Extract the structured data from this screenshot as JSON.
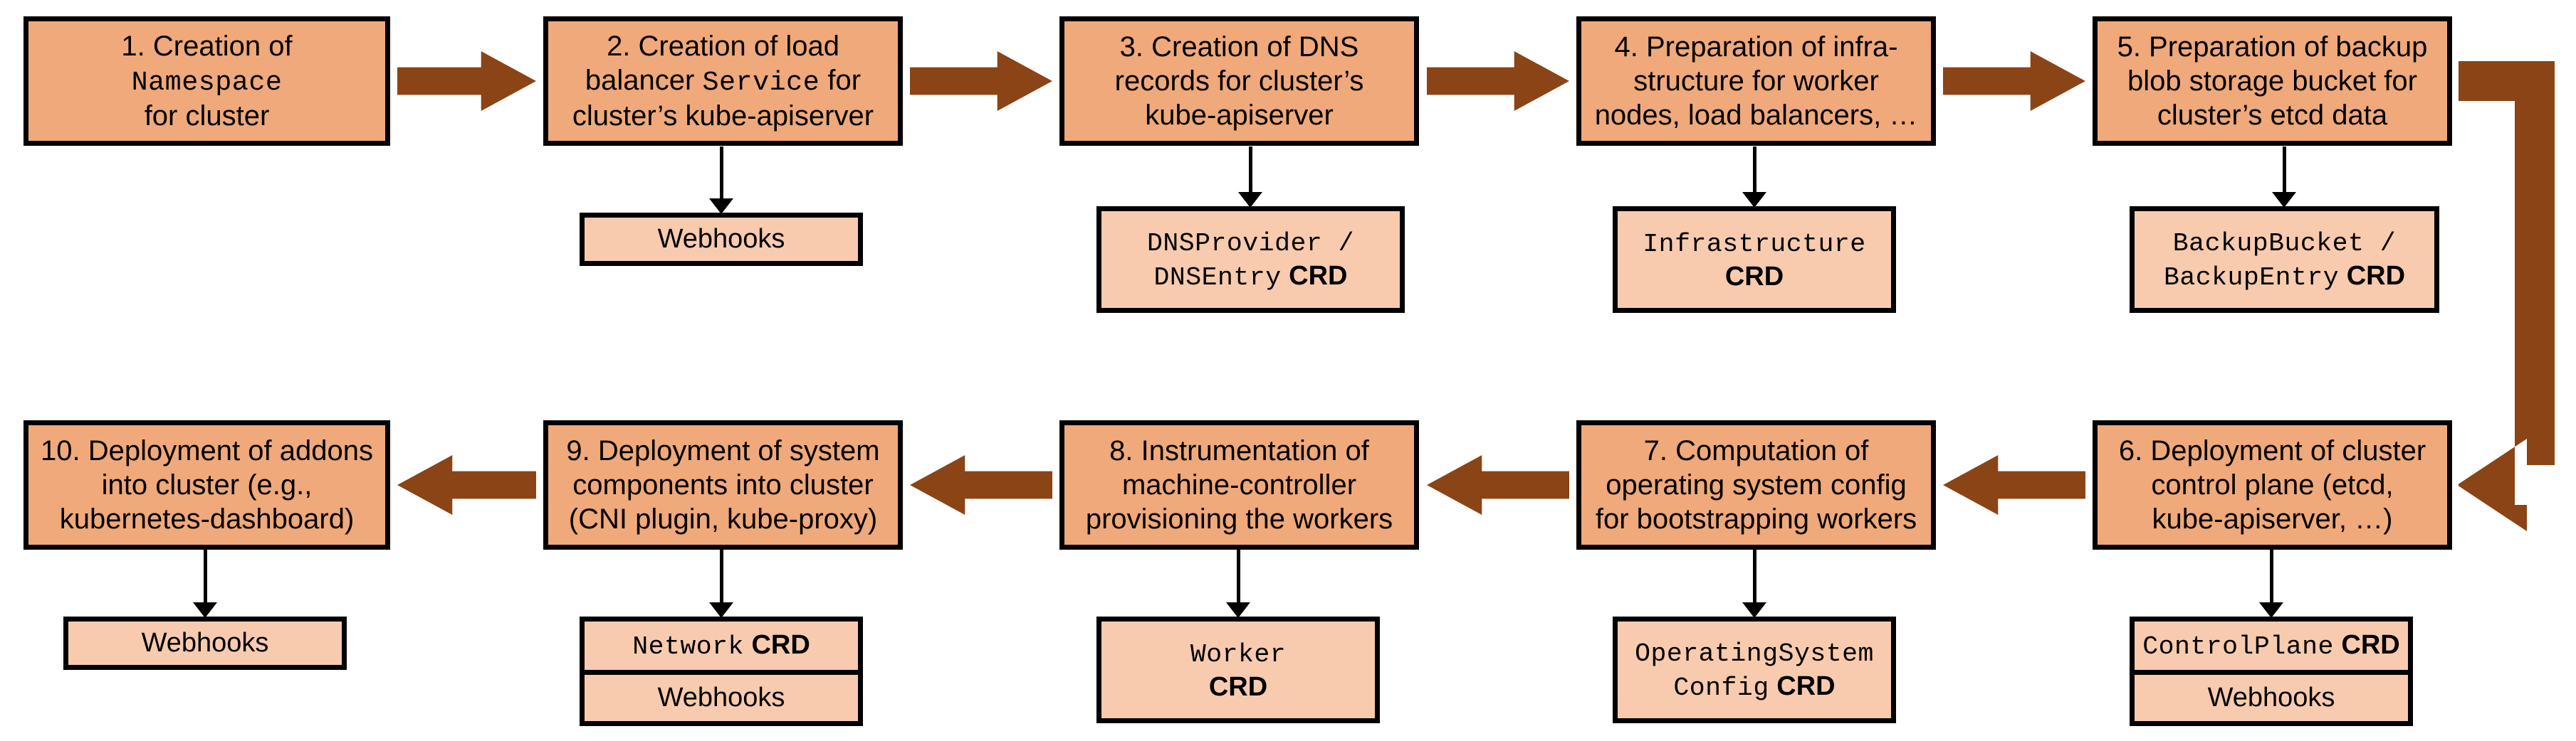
{
  "diagram": {
    "title": "Gardener cluster reconciliation flow",
    "colors": {
      "step_fill": "#F0A97A",
      "sub_fill": "#F8CBAE",
      "arrow": "#8A4415",
      "outline": "#000000",
      "background": "#FFFFFF"
    },
    "steps": [
      {
        "id": 1,
        "lines": [
          [
            {
              "t": "1. Creation of",
              "style": "sans"
            }
          ],
          [
            {
              "t": "Namespace",
              "style": "mono"
            }
          ],
          [
            {
              "t": "for cluster",
              "style": "sans"
            }
          ]
        ]
      },
      {
        "id": 2,
        "lines": [
          [
            {
              "t": "2. Creation of load",
              "style": "sans"
            }
          ],
          [
            {
              "t": "balancer ",
              "style": "sans"
            },
            {
              "t": "Service",
              "style": "mono"
            },
            {
              "t": " for",
              "style": "sans"
            }
          ],
          [
            {
              "t": "cluster’s kube-apiserver",
              "style": "sans"
            }
          ]
        ]
      },
      {
        "id": 3,
        "lines": [
          [
            {
              "t": "3. Creation of DNS",
              "style": "sans"
            }
          ],
          [
            {
              "t": "records for cluster’s",
              "style": "sans"
            }
          ],
          [
            {
              "t": "kube-apiserver",
              "style": "sans"
            }
          ]
        ]
      },
      {
        "id": 4,
        "lines": [
          [
            {
              "t": "4. Preparation of infra-",
              "style": "sans"
            }
          ],
          [
            {
              "t": "structure for worker",
              "style": "sans"
            }
          ],
          [
            {
              "t": "nodes, load balancers, …",
              "style": "sans"
            }
          ]
        ]
      },
      {
        "id": 5,
        "lines": [
          [
            {
              "t": "5. Preparation of backup",
              "style": "sans"
            }
          ],
          [
            {
              "t": "blob storage bucket for",
              "style": "sans"
            }
          ],
          [
            {
              "t": "cluster’s etcd data",
              "style": "sans"
            }
          ]
        ]
      },
      {
        "id": 6,
        "lines": [
          [
            {
              "t": "6. Deployment of cluster",
              "style": "sans"
            }
          ],
          [
            {
              "t": "control plane (etcd,",
              "style": "sans"
            }
          ],
          [
            {
              "t": "kube-apiserver, …)",
              "style": "sans"
            }
          ]
        ]
      },
      {
        "id": 7,
        "lines": [
          [
            {
              "t": "7. Computation of",
              "style": "sans"
            }
          ],
          [
            {
              "t": "operating system config",
              "style": "sans"
            }
          ],
          [
            {
              "t": "for bootstrapping workers",
              "style": "sans"
            }
          ]
        ]
      },
      {
        "id": 8,
        "lines": [
          [
            {
              "t": "8. Instrumentation of",
              "style": "sans"
            }
          ],
          [
            {
              "t": "machine-controller",
              "style": "sans"
            }
          ],
          [
            {
              "t": "provisioning the workers",
              "style": "sans"
            }
          ]
        ]
      },
      {
        "id": 9,
        "lines": [
          [
            {
              "t": "9. Deployment of system",
              "style": "sans"
            }
          ],
          [
            {
              "t": "components into cluster",
              "style": "sans"
            }
          ],
          [
            {
              "t": "(CNI plugin, kube-proxy)",
              "style": "sans"
            }
          ]
        ]
      },
      {
        "id": 10,
        "lines": [
          [
            {
              "t": "10. Deployment of addons",
              "style": "sans"
            }
          ],
          [
            {
              "t": "into cluster (e.g.,",
              "style": "sans"
            }
          ],
          [
            {
              "t": "kubernetes-dashboard)",
              "style": "sans"
            }
          ]
        ]
      }
    ],
    "artifacts": [
      {
        "for_step": 2,
        "cells": [
          {
            "lines": [
              [
                {
                  "t": "Webhooks",
                  "style": "sans"
                }
              ]
            ]
          }
        ]
      },
      {
        "for_step": 3,
        "cells": [
          {
            "lines": [
              [
                {
                  "t": "DNSProvider /",
                  "style": "mono"
                }
              ],
              [
                {
                  "t": "DNSEntry",
                  "style": "mono"
                },
                {
                  "t": " CRD",
                  "style": "bold"
                }
              ]
            ]
          }
        ]
      },
      {
        "for_step": 4,
        "cells": [
          {
            "lines": [
              [
                {
                  "t": "Infrastructure",
                  "style": "mono"
                }
              ],
              [
                {
                  "t": "CRD",
                  "style": "bold"
                }
              ]
            ]
          }
        ]
      },
      {
        "for_step": 5,
        "cells": [
          {
            "lines": [
              [
                {
                  "t": "BackupBucket /",
                  "style": "mono"
                }
              ],
              [
                {
                  "t": "BackupEntry",
                  "style": "mono"
                },
                {
                  "t": " CRD",
                  "style": "bold"
                }
              ]
            ]
          }
        ]
      },
      {
        "for_step": 6,
        "cells": [
          {
            "lines": [
              [
                {
                  "t": "ControlPlane",
                  "style": "mono"
                },
                {
                  "t": " CRD",
                  "style": "bold"
                }
              ]
            ]
          },
          {
            "lines": [
              [
                {
                  "t": "Webhooks",
                  "style": "sans"
                }
              ]
            ]
          }
        ]
      },
      {
        "for_step": 7,
        "cells": [
          {
            "lines": [
              [
                {
                  "t": "OperatingSystem",
                  "style": "mono"
                }
              ],
              [
                {
                  "t": "Config",
                  "style": "mono"
                },
                {
                  "t": " CRD",
                  "style": "bold"
                }
              ]
            ]
          }
        ]
      },
      {
        "for_step": 8,
        "cells": [
          {
            "lines": [
              [
                {
                  "t": "Worker",
                  "style": "mono"
                }
              ],
              [
                {
                  "t": "CRD",
                  "style": "bold"
                }
              ]
            ]
          }
        ]
      },
      {
        "for_step": 9,
        "cells": [
          {
            "lines": [
              [
                {
                  "t": "Network",
                  "style": "mono"
                },
                {
                  "t": " CRD",
                  "style": "bold"
                }
              ]
            ]
          },
          {
            "lines": [
              [
                {
                  "t": "Webhooks",
                  "style": "sans"
                }
              ]
            ]
          }
        ]
      },
      {
        "for_step": 10,
        "cells": [
          {
            "lines": [
              [
                {
                  "t": "Webhooks",
                  "style": "sans"
                }
              ]
            ]
          }
        ]
      }
    ],
    "flow": [
      {
        "from": 1,
        "to": 2,
        "kind": "right"
      },
      {
        "from": 2,
        "to": 3,
        "kind": "right"
      },
      {
        "from": 3,
        "to": 4,
        "kind": "right"
      },
      {
        "from": 4,
        "to": 5,
        "kind": "right"
      },
      {
        "from": 5,
        "to": 6,
        "kind": "wrap-down-left"
      },
      {
        "from": 6,
        "to": 7,
        "kind": "left"
      },
      {
        "from": 7,
        "to": 8,
        "kind": "left"
      },
      {
        "from": 8,
        "to": 9,
        "kind": "left"
      },
      {
        "from": 9,
        "to": 10,
        "kind": "left"
      }
    ]
  }
}
